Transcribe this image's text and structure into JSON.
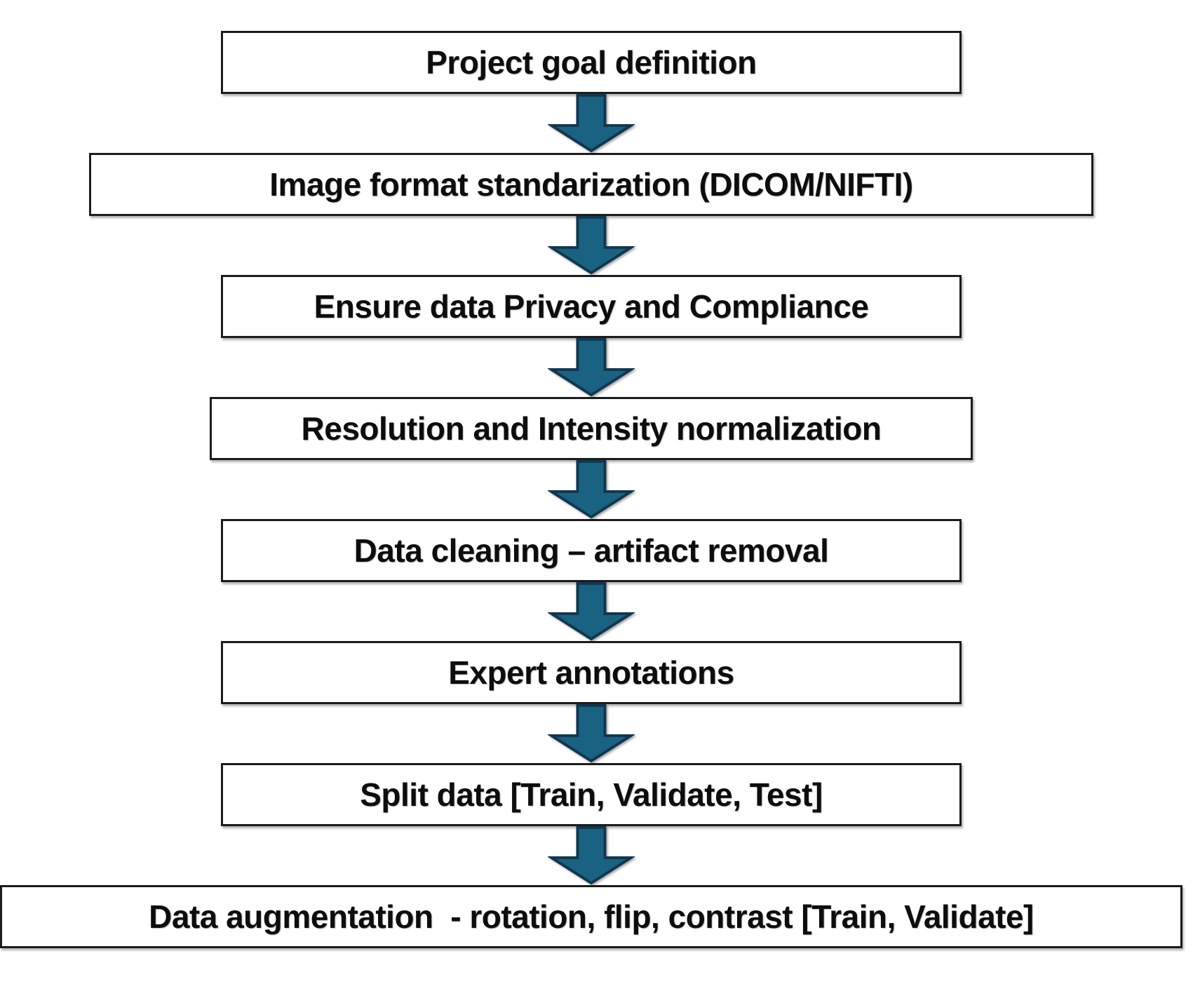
{
  "colors": {
    "page_background": "#ffffff",
    "box_background": "#ffffff",
    "box_border": "#1c1c1c",
    "text": "#0d0d0d",
    "arrow_fill": "#1A6282",
    "arrow_stroke": "#11374F"
  },
  "flowchart": {
    "connector": "down-arrow",
    "steps": [
      {
        "label": "Project goal definition"
      },
      {
        "label": "Image format standarization (DICOM/NIFTI)"
      },
      {
        "label": "Ensure data Privacy and Compliance"
      },
      {
        "label": "Resolution and Intensity normalization"
      },
      {
        "label": "Data cleaning – artifact removal"
      },
      {
        "label": "Expert annotations"
      },
      {
        "label": "Split data [Train, Validate, Test]"
      },
      {
        "label": "Data augmentation  - rotation, flip, contrast [Train, Validate]"
      }
    ]
  }
}
